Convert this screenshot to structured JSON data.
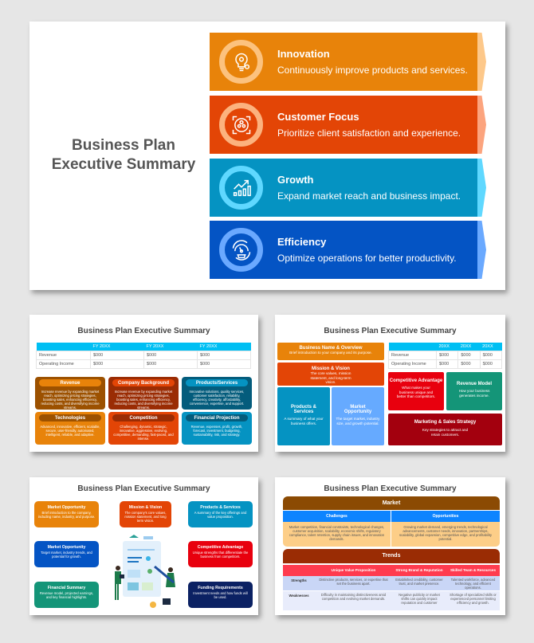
{
  "main_slide": {
    "title_line1": "Business Plan",
    "title_line2": "Executive Summary",
    "bands": [
      {
        "title": "Innovation",
        "desc": "Continuously improve products and services.",
        "icon": "lightbulb-gear-icon",
        "color": "#e8830a",
        "ring": "#fcc27e",
        "tip": "#fdc88a"
      },
      {
        "title": "Customer Focus",
        "desc": "Prioritize client satisfaction and experience.",
        "icon": "customer-target-icon",
        "color": "#e34506",
        "ring": "#fcb27e",
        "tip": "#fca47e"
      },
      {
        "title": "Growth",
        "desc": "Expand market reach and business impact.",
        "icon": "growth-chart-icon",
        "color": "#0593c2",
        "ring": "#5fd8ff",
        "tip": "#5fd8ff"
      },
      {
        "title": "Efficiency",
        "desc": "Optimize operations for better productivity.",
        "icon": "gauge-gear-icon",
        "color": "#0454c4",
        "ring": "#6aa9ff",
        "tip": "#6aa9ff"
      }
    ]
  },
  "slide_a": {
    "title": "Business Plan Executive Summary",
    "table": {
      "headers": [
        "",
        "FY 20XX",
        "FY 20XX",
        "FY 20XX"
      ],
      "rows": [
        [
          "Revenue",
          "$000",
          "$000",
          "$000"
        ],
        [
          "Operating Income",
          "$000",
          "$000",
          "$000"
        ]
      ]
    },
    "cards": [
      {
        "title": "Revenue",
        "text": "Increase revenue by expanding market reach, optimizing pricing strategies, boosting sales, enhancing efficiency, reducing costs, and diversifying income streams."
      },
      {
        "title": "Company Background",
        "text": "Increase revenue by expanding market reach, optimizing pricing strategies, boosting sales, enhancing efficiency, reducing costs, and diversifying income streams."
      },
      {
        "title": "Products/Services",
        "text": "Innovative solutions, quality services, customer satisfaction, reliability, efficiency, creativity, affordability, convenience, expertise, and support."
      },
      {
        "title": "Technologies",
        "text": "Advanced, innovative, efficient, scalable, secure, user-friendly, automated, intelligent, reliable, and adaptive."
      },
      {
        "title": "Competition",
        "text": "Challenging, dynamic, strategic, innovative, aggressive, evolving, competitive, demanding, fast-paced, and intense."
      },
      {
        "title": "Financial Projection",
        "text": "Revenue, expenses, profit, growth, forecast, investment, budgeting, sustainability, risk, and strategy."
      }
    ]
  },
  "slide_b": {
    "title": "Business Plan Executive Summary",
    "table": {
      "headers": [
        "",
        "20XX",
        "20XX",
        "20XX"
      ],
      "rows": [
        [
          "Revenue",
          "$000",
          "$000",
          "$000"
        ],
        [
          "Operating Income",
          "$000",
          "$000",
          "$000"
        ]
      ]
    },
    "blocks": {
      "overview": {
        "title": "Business Name & Overview",
        "text": "Brief introduction to your company and its purpose."
      },
      "mission": {
        "title": "Mission & Vision",
        "text": "The core values, mission statement, and long-term vision."
      },
      "products": {
        "title": "Products & Services",
        "text": "A summary of what your business offers."
      },
      "market": {
        "title": "Market Opportunity",
        "text": "The target market, industry size, and growth potential."
      },
      "advantage": {
        "title": "Competitive Advantage",
        "text": "What makes your business unique and better than competitors."
      },
      "revenue": {
        "title": "Revenue Model",
        "text": "How your business generates income."
      },
      "marketing": {
        "title": "Marketing & Sales Strategy",
        "text": "Key strategies to attract and retain customers."
      }
    }
  },
  "slide_c": {
    "title": "Business Plan Executive Summary",
    "cards": [
      {
        "title": "Market Opportunity",
        "text": "Brief introduction to the company, including name, industry, and purpose."
      },
      {
        "title": "Mission & Vision",
        "text": "The company's core values, mission statement, and long term vision."
      },
      {
        "title": "Products & Services",
        "text": "A summary of the key offerings and value proposition."
      },
      {
        "title": "Market Opportunity",
        "text": "Target market, industry trends, and potential for growth."
      },
      {
        "title": "Competitive Advantage",
        "text": "Unique strengths that differentiate the business from competitors."
      },
      {
        "title": "Financial Summary",
        "text": "Revenue model, projected earnings, and key financial highlights."
      },
      {
        "title": "Funding Requirements",
        "text": "Investment needs and how funds will be used."
      }
    ]
  },
  "slide_d": {
    "title": "Business Plan Executive Summary",
    "market": {
      "header": "Market",
      "challenges_label": "Challenges",
      "opportunities_label": "Opportunities",
      "challenges": "Market competition, financial constraints, technological changes, customer acquisition, scalability, economic shifts, regulatory compliance, talent retention, supply chain issues, and innovation demands.",
      "opportunities": "Growing market demand, emerging trends, technological advancements, customer needs, innovation, partnerships, scalability, global expansion, competitive edge, and profitability potential."
    },
    "trends": {
      "header": "Trends",
      "columns": [
        "",
        "Unique Value Proposition",
        "Strong Brand & Reputation",
        "Skilled Team & Resources"
      ],
      "rows": [
        [
          "Strengths",
          "Distinctive products, services, or expertise that set the business apart.",
          "Established credibility, customer trust, and market presence.",
          "Talented workforce, advanced technology, and efficient operations."
        ],
        [
          "Weaknesses",
          "Difficulty in maintaining distinctiveness amid competition and evolving market demands.",
          "Negative publicity or market shifts can quickly impact reputation and customer",
          "Shortage of specialized skills or experienced personnel limiting efficiency and growth."
        ]
      ]
    }
  }
}
